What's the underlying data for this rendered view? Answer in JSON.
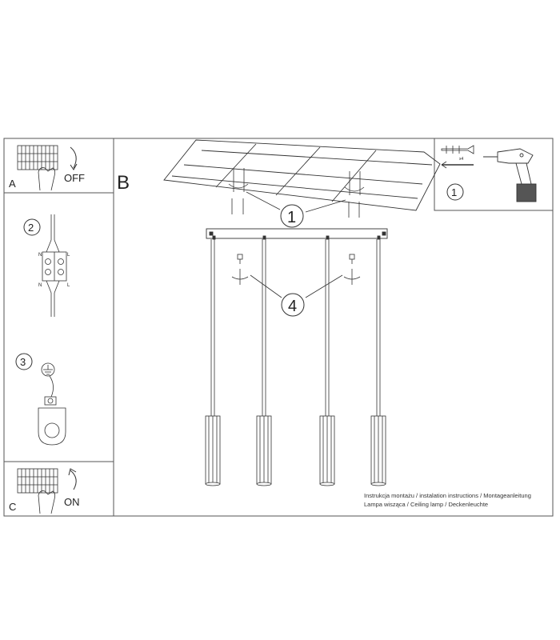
{
  "panels": {
    "a": {
      "letter": "A",
      "action": "OFF"
    },
    "b": {
      "letter": "B"
    },
    "c": {
      "letter": "C",
      "action": "ON"
    }
  },
  "steps": {
    "step1": "1",
    "step2": "2",
    "step3": "3",
    "step4": "4"
  },
  "wiring": {
    "n": "N",
    "l": "L"
  },
  "hardware": {
    "anchor_count": "x4"
  },
  "caption": {
    "line1": "Instrukcja montażu / instalation instructions / Montageanleitung",
    "line2": "Lampa wisząca / Ceiling lamp / Deckenleuchte"
  },
  "colors": {
    "line": "#333333",
    "frame": "#555555",
    "background": "#ffffff"
  },
  "icons": [
    "switch-off-icon",
    "switch-on-icon",
    "drill-icon",
    "anchor-bolt-icon",
    "ground-icon",
    "terminal-block-icon",
    "rotate-arrow-icon"
  ]
}
